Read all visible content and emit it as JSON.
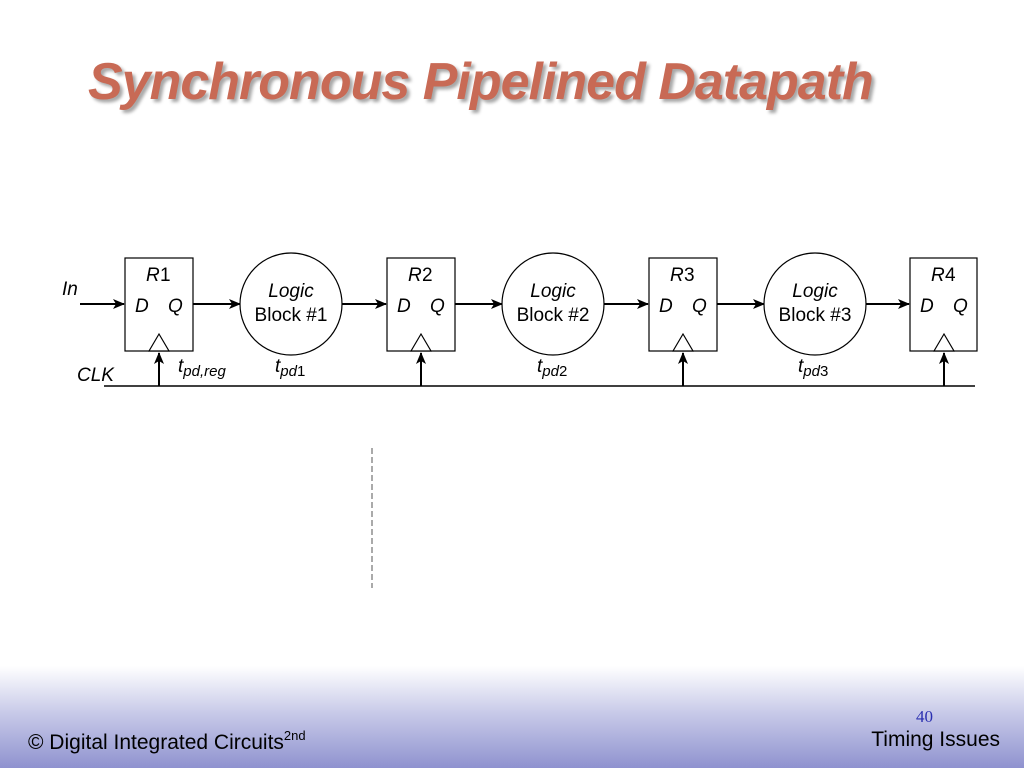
{
  "slide": {
    "title": "Synchronous Pipelined Datapath",
    "colors": {
      "title": "#c86a55",
      "footer_gradient_end": "#8f92cf",
      "page_number": "#2a2fb0"
    }
  },
  "diagram": {
    "input_label": "In",
    "clock_label": "CLK",
    "registers": [
      {
        "name": "R",
        "index": "1",
        "d": "D",
        "q": "Q"
      },
      {
        "name": "R",
        "index": "2",
        "d": "D",
        "q": "Q"
      },
      {
        "name": "R",
        "index": "3",
        "d": "D",
        "q": "Q"
      },
      {
        "name": "R",
        "index": "4",
        "d": "D",
        "q": "Q"
      }
    ],
    "logic_blocks": [
      {
        "line1": "Logic",
        "line2": "Block #",
        "num": "1"
      },
      {
        "line1": "Logic",
        "line2": "Block #2",
        "num": ""
      },
      {
        "line1": "Logic",
        "line2": "Block #",
        "num": "3"
      }
    ],
    "delays": [
      {
        "t": "t",
        "sub": "pd,reg",
        "idx": ""
      },
      {
        "t": "t",
        "sub": "pd",
        "idx": "1"
      },
      {
        "t": "t",
        "sub": "pd",
        "idx": "2"
      },
      {
        "t": "t",
        "sub": "pd",
        "idx": "3"
      }
    ]
  },
  "footer": {
    "copyright": "© Digital Integrated Circuits",
    "edition": "2nd",
    "section": "Timing Issues",
    "page_number": "40"
  }
}
